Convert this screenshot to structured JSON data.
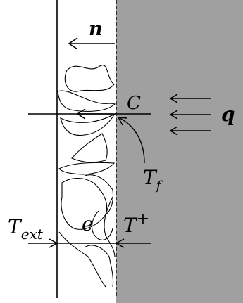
{
  "labels": {
    "normal": "n",
    "contact": "C",
    "flux": "q",
    "fluid_temp": "T",
    "fluid_sub": "f",
    "ext_temp": "T",
    "ext_sub": "ext",
    "thickness": "e",
    "wall_temp": "T",
    "wall_sup": "+"
  },
  "colors": {
    "wall": "#a0a0a0",
    "ink": "#000000"
  }
}
